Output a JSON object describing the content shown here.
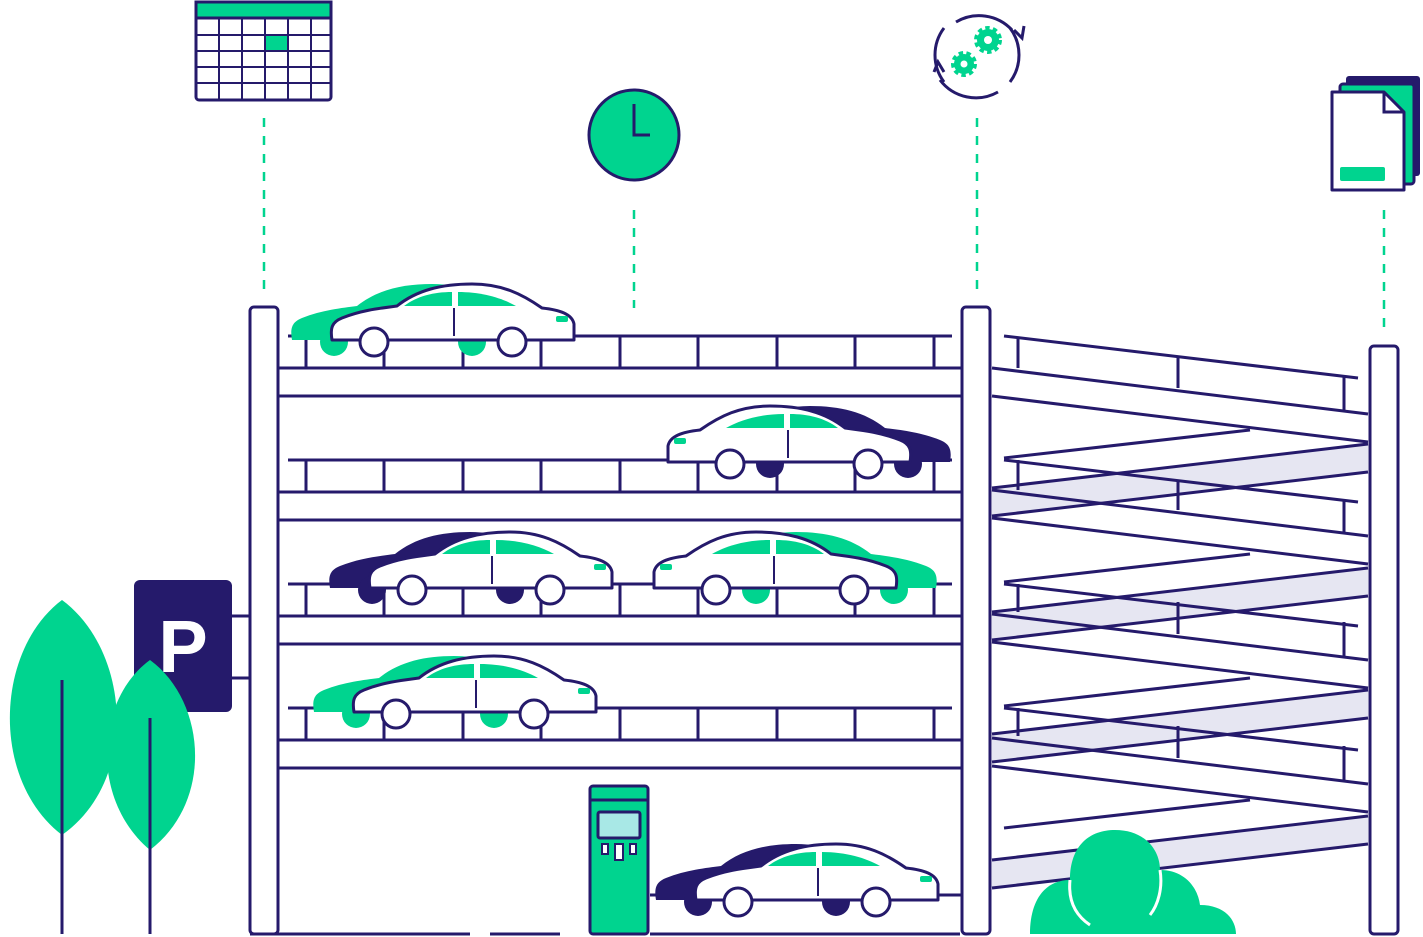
{
  "colors": {
    "navy": "#251a6b",
    "green": "#00d48f",
    "lane": "#e6e6f2",
    "white": "#ffffff"
  },
  "parking_sign": {
    "letter": "P",
    "icon": "parking-sign-icon"
  },
  "icons": [
    "calendar-icon",
    "clock-icon",
    "sync-gears-icon",
    "documents-icon"
  ],
  "levels": 5,
  "cars_per_level": [
    1,
    1,
    2,
    1,
    1
  ]
}
